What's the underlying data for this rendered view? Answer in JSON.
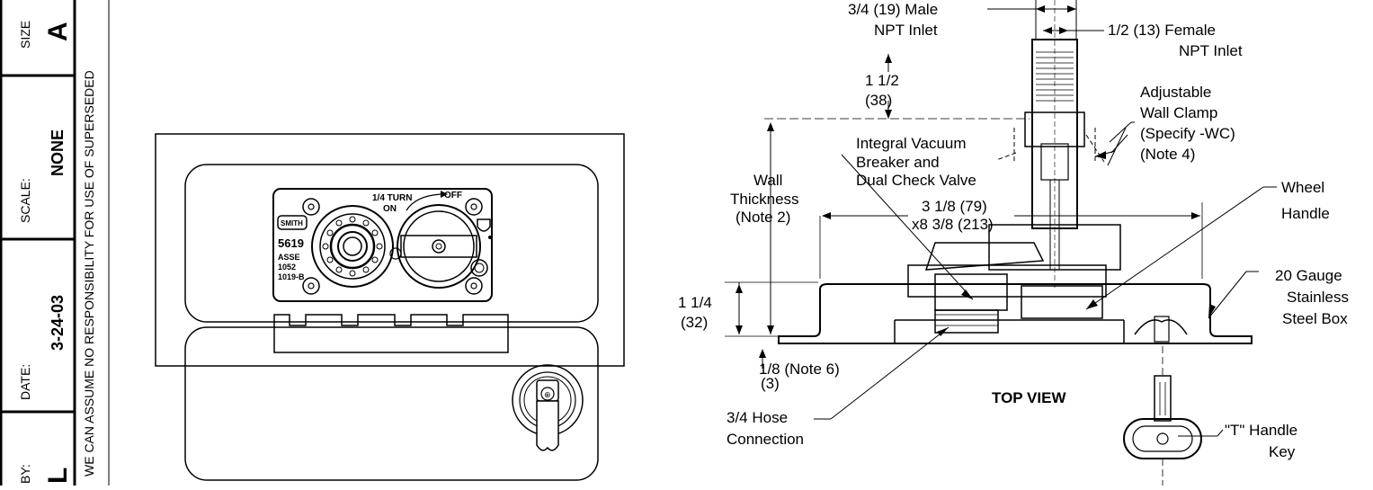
{
  "title_block": {
    "size_label": "SIZE",
    "size_value": "A",
    "scale_label": "SCALE:",
    "scale_value": "NONE",
    "date_label": "DATE:",
    "date_value": "3-24-03",
    "by_label": "BY:",
    "by_value": "L",
    "disclaimer": "WE CAN ASSUME NO RESPONSIBILITY FOR USE OF SUPERSEDED"
  },
  "plate": {
    "brand": "SMITH",
    "model": "5619",
    "std1": "ASSE",
    "std2": "1052",
    "std3": "1019-B",
    "turn_text": "1/4 TURN",
    "on_text": "ON",
    "off_text": "OFF"
  },
  "labels": {
    "male_inlet_1": "3/4 (19) Male",
    "male_inlet_2": "NPT Inlet",
    "female_inlet_1": "1/2 (13) Female",
    "female_inlet_2": "NPT Inlet",
    "dim_1_1_2": "1 1/2",
    "dim_38": "(38)",
    "clamp_1": "Adjustable",
    "clamp_2": "Wall Clamp",
    "clamp_3": "(Specify -WC)",
    "clamp_4": "(Note 4)",
    "vb_1": "Integral Vacuum",
    "vb_2": "Breaker and",
    "vb_3": "Dual Check Valve",
    "wall_1": "Wall",
    "wall_2": "Thickness",
    "wall_3": "(Note 2)",
    "dim_w_1": "3 1/8 (79)",
    "dim_w_2": "x8 3/8 (213)",
    "wheel_1": "Wheel",
    "wheel_2": "Handle",
    "dim_1_1_4": "1 1/4",
    "dim_32": "(32)",
    "gauge_1": "20 Gauge",
    "gauge_2": "Stainless",
    "gauge_3": "Steel Box",
    "dim_1_8": "1/8 (Note 6)",
    "dim_3": "(3)",
    "top_view": "TOP VIEW",
    "hose_1": "3/4 Hose",
    "hose_2": "Connection",
    "key_1": "\"T\" Handle",
    "key_2": "Key"
  }
}
